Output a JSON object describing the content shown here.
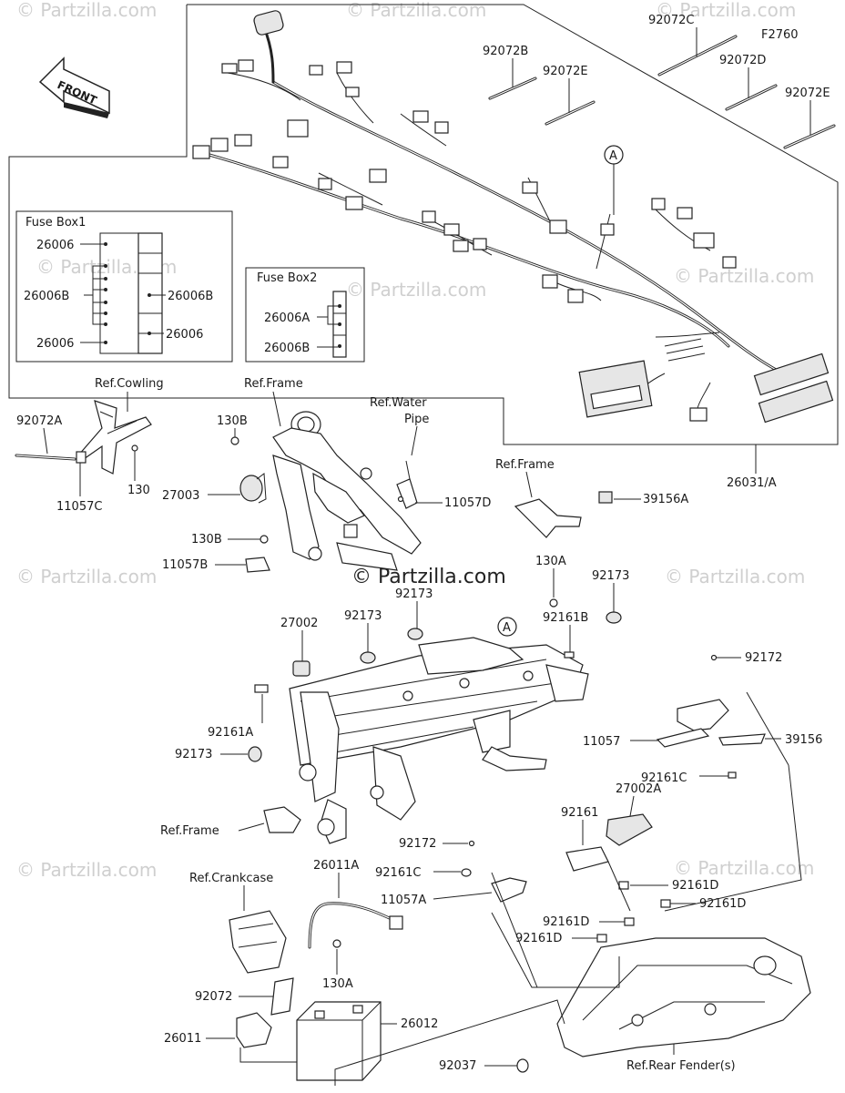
{
  "figure_code": "F2760",
  "front_label": "FRONT",
  "watermark": "© Partzilla.com",
  "center_watermark": "© Partzilla.com",
  "fuse_box1": {
    "title": "Fuse Box1",
    "labels": [
      "26006",
      "26006B",
      "26006B",
      "26006",
      "26006"
    ]
  },
  "fuse_box2": {
    "title": "Fuse Box2",
    "labels": [
      "26006A",
      "26006B"
    ]
  },
  "callouts": {
    "c92072C": "92072C",
    "c92072B": "92072B",
    "c92072E_1": "92072E",
    "c92072D": "92072D",
    "c92072E_2": "92072E",
    "c26031A": "26031/A",
    "ref_cowling": "Ref.Cowling",
    "c92072A": "92072A",
    "c11057C": "11057C",
    "c130": "130",
    "ref_frame_1": "Ref.Frame",
    "c130B_1": "130B",
    "c27003": "27003",
    "c130B_2": "130B",
    "c11057B": "11057B",
    "ref_water_1": "Ref.Water",
    "ref_water_2": "Pipe",
    "c11057D": "11057D",
    "ref_frame_2": "Ref.Frame",
    "c39156A": "39156A",
    "c130A_1": "130A",
    "c92173_1": "92173",
    "c92173_2": "92173",
    "c27002": "27002",
    "c92173_3": "92173",
    "c92161B": "92161B",
    "c92172_1": "92172",
    "c92161A": "92161A",
    "c11057": "11057",
    "c39156": "39156",
    "c92173_4": "92173",
    "c92161C_1": "92161C",
    "c27002A": "27002A",
    "c92161": "92161",
    "ref_frame_3": "Ref.Frame",
    "c92172_2": "92172",
    "c26011A": "26011A",
    "c92161C_2": "92161C",
    "ref_crankcase": "Ref.Crankcase",
    "c11057A": "11057A",
    "c92161D_1": "92161D",
    "c92161D_2": "92161D",
    "c92161D_3": "92161D",
    "c92161D_4": "92161D",
    "c130A_2": "130A",
    "c92072": "92072",
    "c26011": "26011",
    "c26012": "26012",
    "c92037": "92037",
    "ref_rear_fender": "Ref.Rear Fender(s)",
    "circle_a": "A"
  }
}
